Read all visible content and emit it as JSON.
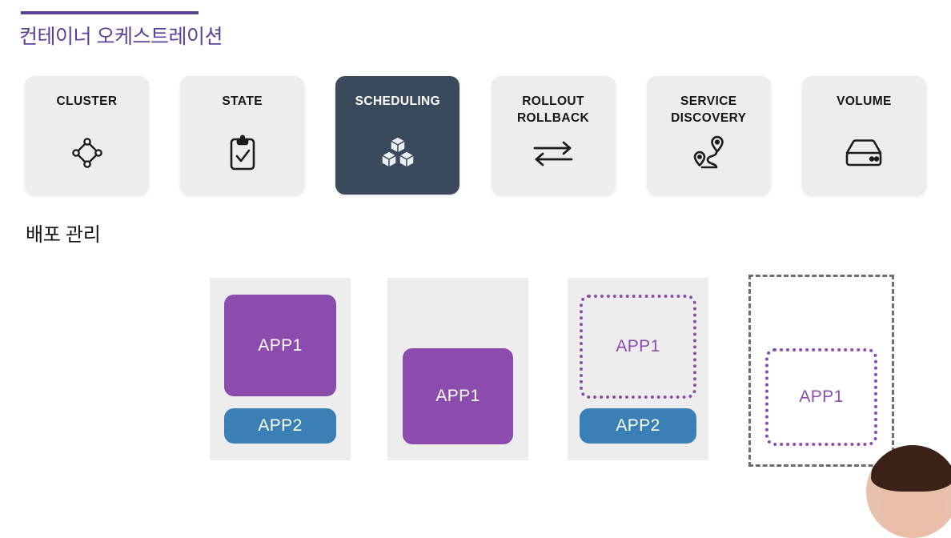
{
  "header": {
    "title": "컨테이너 오케스트레이션",
    "rule_color": "#5c3f97",
    "title_color": "#5c3f97"
  },
  "concept_strip": {
    "active_index": 2,
    "active_bg": "#3a4a5c",
    "inactive_bg": "#ededee",
    "cards": [
      {
        "label": "CLUSTER",
        "icon": "cluster-nodes-icon",
        "active": false
      },
      {
        "label": "STATE",
        "icon": "clipboard-check-icon",
        "active": false
      },
      {
        "label": "SCHEDULING",
        "icon": "stacked-cubes-icon",
        "active": true
      },
      {
        "label": "ROLLOUT\nROLLBACK",
        "icon": "bidirectional-arrows-icon",
        "active": false
      },
      {
        "label": "SERVICE\nDISCOVERY",
        "icon": "route-map-pins-icon",
        "active": false
      },
      {
        "label": "VOLUME",
        "icon": "disk-drive-icon",
        "active": false
      }
    ]
  },
  "section": {
    "subtitle": "배포 관리"
  },
  "deployment": {
    "panel_bg": "#ededee",
    "app1_color": "#8b4cad",
    "app2_color": "#3a80b4",
    "ghost_border_color": "#6e6e6e",
    "panels": [
      {
        "name": "panel-running-both",
        "style": "solid",
        "boxes": [
          {
            "label": "APP1",
            "state": "solid",
            "color": "purple"
          },
          {
            "label": "APP2",
            "state": "solid",
            "color": "blue"
          }
        ]
      },
      {
        "name": "panel-app1-only",
        "style": "solid",
        "boxes": [
          {
            "label": "APP1",
            "state": "solid",
            "color": "purple"
          }
        ]
      },
      {
        "name": "panel-app1-pending",
        "style": "solid",
        "boxes": [
          {
            "label": "APP1",
            "state": "dashed",
            "color": "purple"
          },
          {
            "label": "APP2",
            "state": "solid",
            "color": "blue"
          }
        ]
      },
      {
        "name": "panel-empty-slot",
        "style": "dashed",
        "boxes": [
          {
            "label": "APP1",
            "state": "dashed",
            "color": "purple"
          }
        ]
      }
    ]
  },
  "overlay": {
    "webcam_label": "presenter-webcam"
  }
}
